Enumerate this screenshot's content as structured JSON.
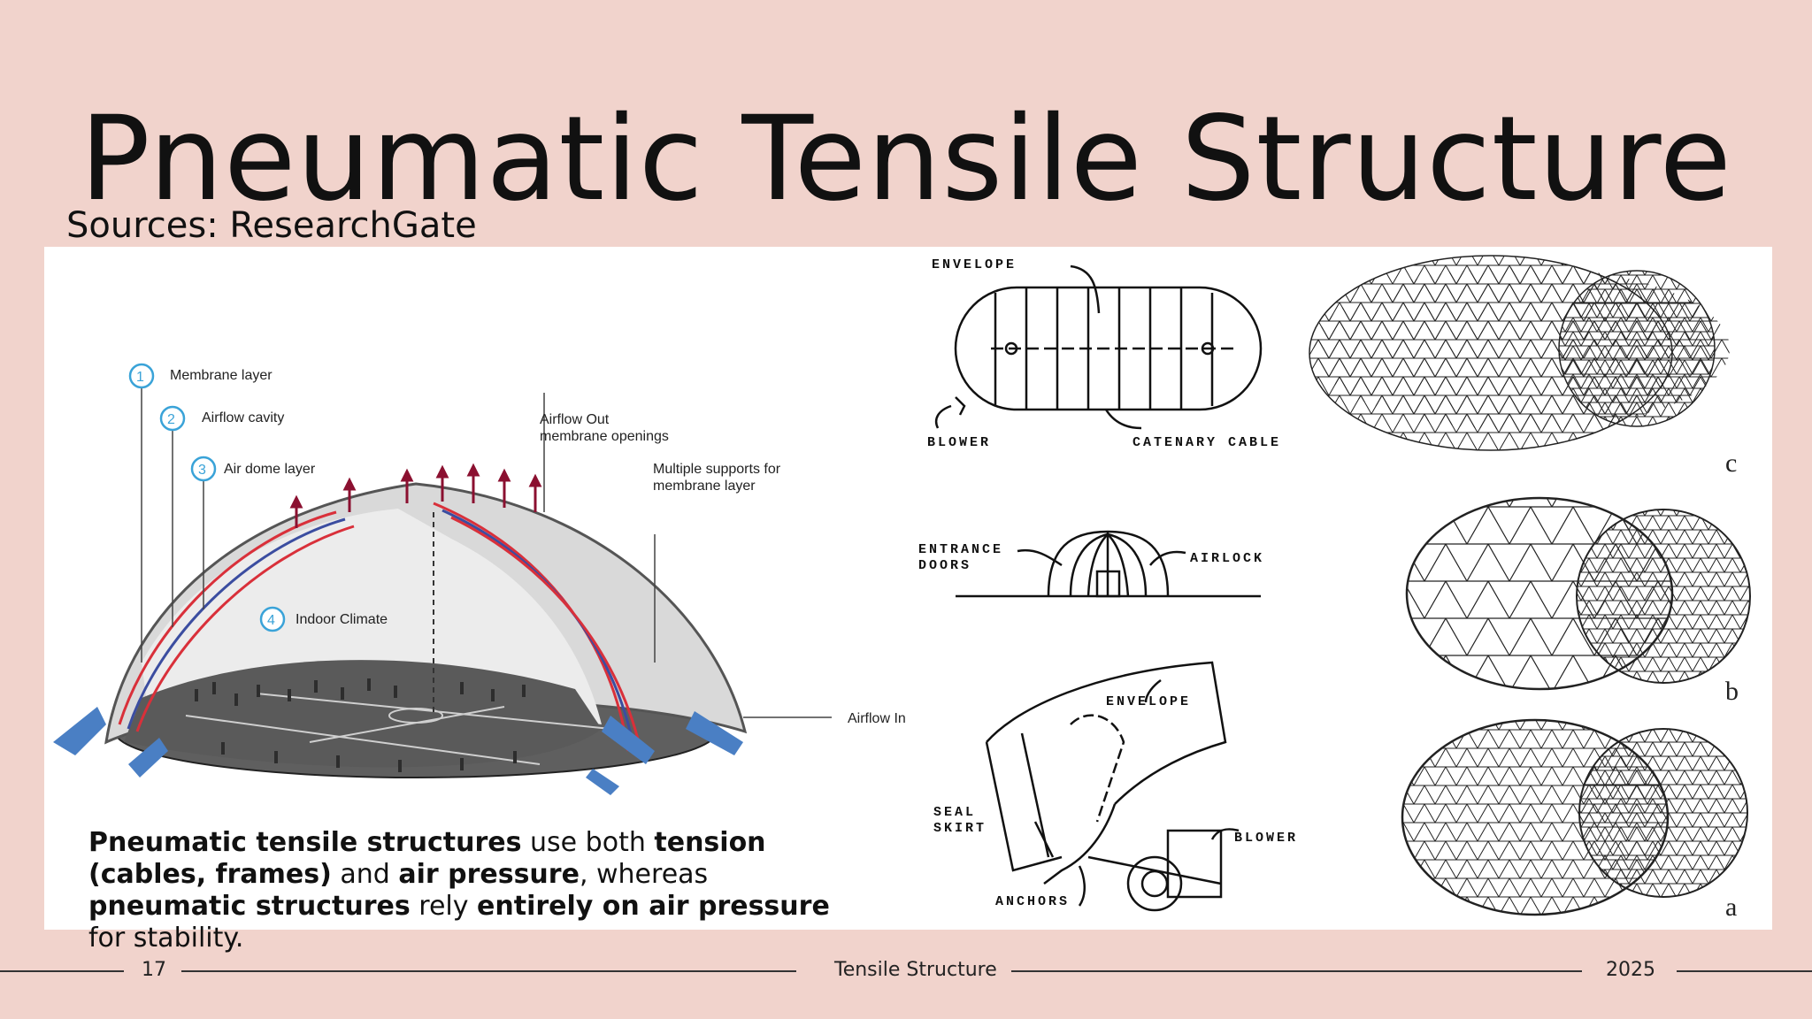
{
  "slide": {
    "title": "Pneumatic Tensile Structure",
    "source": "Sources: ResearchGate"
  },
  "dome_diagram": {
    "labels": {
      "n1": "1",
      "n2": "2",
      "n3": "3",
      "n4": "4",
      "membrane_layer": "Membrane layer",
      "airflow_cavity": "Airflow cavity",
      "air_dome_layer": "Air dome layer",
      "airflow_out_1": "Airflow Out",
      "airflow_out_2": "membrane openings",
      "supports_1": "Multiple supports for",
      "supports_2": "membrane layer",
      "indoor_climate": "Indoor Climate",
      "airflow_in": "Airflow In"
    }
  },
  "line_drawings": {
    "top": {
      "envelope": "ENVELOPE",
      "blower": "BLOWER",
      "catenary_cable": "CATENARY CABLE"
    },
    "middle": {
      "entrance_1": "ENTRANCE",
      "entrance_2": "DOORS",
      "airlock": "AIRLOCK"
    },
    "bottom": {
      "envelope": "ENVELOPE",
      "seal_1": "SEAL",
      "seal_2": "SKIRT",
      "blower": "BLOWER",
      "anchors": "ANCHORS"
    }
  },
  "mesh_figures": {
    "c": "c",
    "b": "b",
    "a": "a"
  },
  "caption": {
    "p1": "Pneumatic tensile structures",
    "p2": " use both ",
    "p3": "tension (cables, frames)",
    "p4": " and ",
    "p5": "air pressure",
    "p6": ", whereas ",
    "p7": "pneumatic structures",
    "p8": " rely ",
    "p9": "entirely on air pressure",
    "p10": " for stability."
  },
  "footer": {
    "page": "17",
    "center": "Tensile Structure",
    "year": "2025"
  },
  "colors": {
    "background": "#f1d3cc",
    "red_layer": "#d9303a",
    "blue_layer": "#3b4da0",
    "arrow_blue": "#4a7fc4",
    "arrow_red": "#8b1030"
  }
}
